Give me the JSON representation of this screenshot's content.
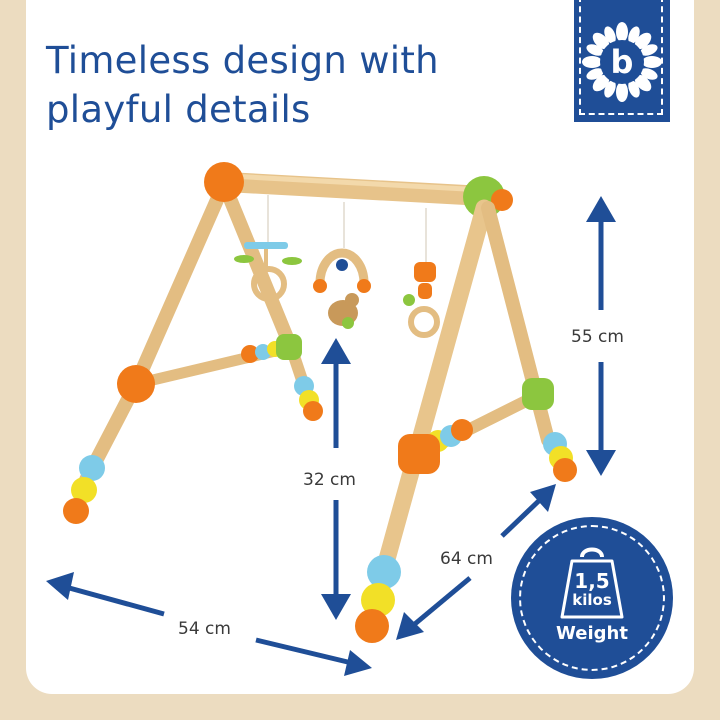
{
  "headline": {
    "line1": "Timeless design with",
    "line2": "playful details"
  },
  "logo": {
    "letter": "b",
    "icon": "flower-b-logo-icon",
    "color": "#1f4e97"
  },
  "dimensions": {
    "height_total": "55 cm",
    "height_inner": "32 cm",
    "depth": "64 cm",
    "width": "54 cm"
  },
  "weight": {
    "value": "1,5",
    "unit": "kilos",
    "label": "Weight",
    "icon": "weight-kettlebell-icon"
  },
  "colors": {
    "brand_blue": "#1f4e97",
    "wood": "#e9c68c",
    "orange": "#f07a1a",
    "green": "#8cc63f",
    "light_blue": "#7ecbe8",
    "yellow": "#f2e027"
  }
}
